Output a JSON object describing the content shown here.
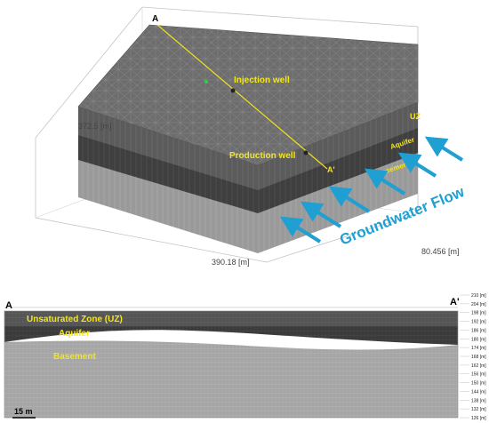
{
  "block": {
    "point_a": "A",
    "point_a_prime": "A'",
    "injection_well": "Injection well",
    "production_well": "Production well",
    "uz": "UZ",
    "aquifer": "Aquifer",
    "basement": "Basement",
    "flow": "Groundwater Flow",
    "dim_height": "372.5 [m]",
    "dim_length": "390.18 [m]",
    "dim_width": "80.456 [m]"
  },
  "section": {
    "a_label": "A",
    "a_prime_label": "A'",
    "uz_label": "Unsaturated Zone (UZ)",
    "aquifer_label": "Aquifer",
    "basement_label": "Basement",
    "scale_label": "15 m",
    "elevations": [
      "210 [m]",
      "204 [m]",
      "198 [m]",
      "192 [m]",
      "186 [m]",
      "180 [m]",
      "174 [m]",
      "168 [m]",
      "162 [m]",
      "156 [m]",
      "150 [m]",
      "144 [m]",
      "138 [m]",
      "132 [m]",
      "126 [m]"
    ]
  },
  "colors": {
    "label_yellow": "#f5e61a",
    "flow_blue": "#1f9fd2"
  }
}
